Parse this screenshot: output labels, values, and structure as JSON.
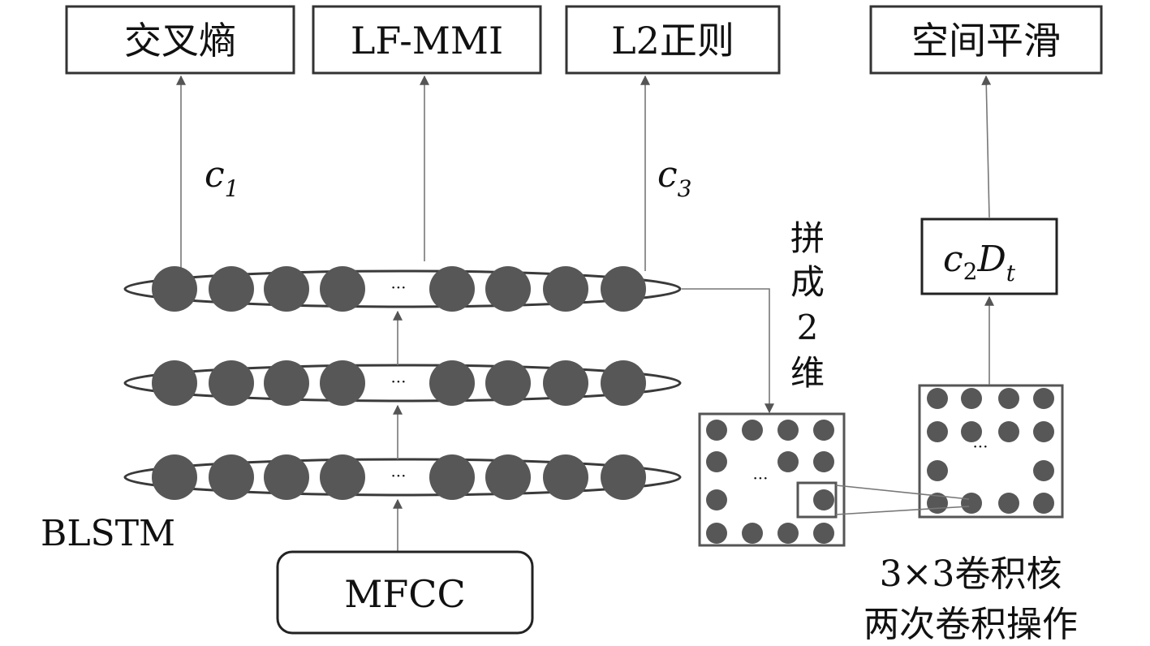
{
  "outputs": {
    "cross_entropy": "交叉熵",
    "lf_mmi": "LF-MMI",
    "l2": "L2正则",
    "spatial": "空间平滑"
  },
  "weights": {
    "c1": "c",
    "c1_sub": "1",
    "c3": "c",
    "c3_sub": "3"
  },
  "c2dt": {
    "c": "c",
    "sub": "2",
    "d": "D",
    "t": "t"
  },
  "reshape_label": [
    "拼",
    "成",
    "2",
    "维"
  ],
  "blstm_label": "BLSTM",
  "input_label": "MFCC",
  "conv_caption": [
    "3×3卷积核",
    "两次卷积操作"
  ],
  "ellipsis": "···",
  "colors": {
    "node": "#575757",
    "stroke": "#4a4a4a",
    "text": "#111111"
  }
}
